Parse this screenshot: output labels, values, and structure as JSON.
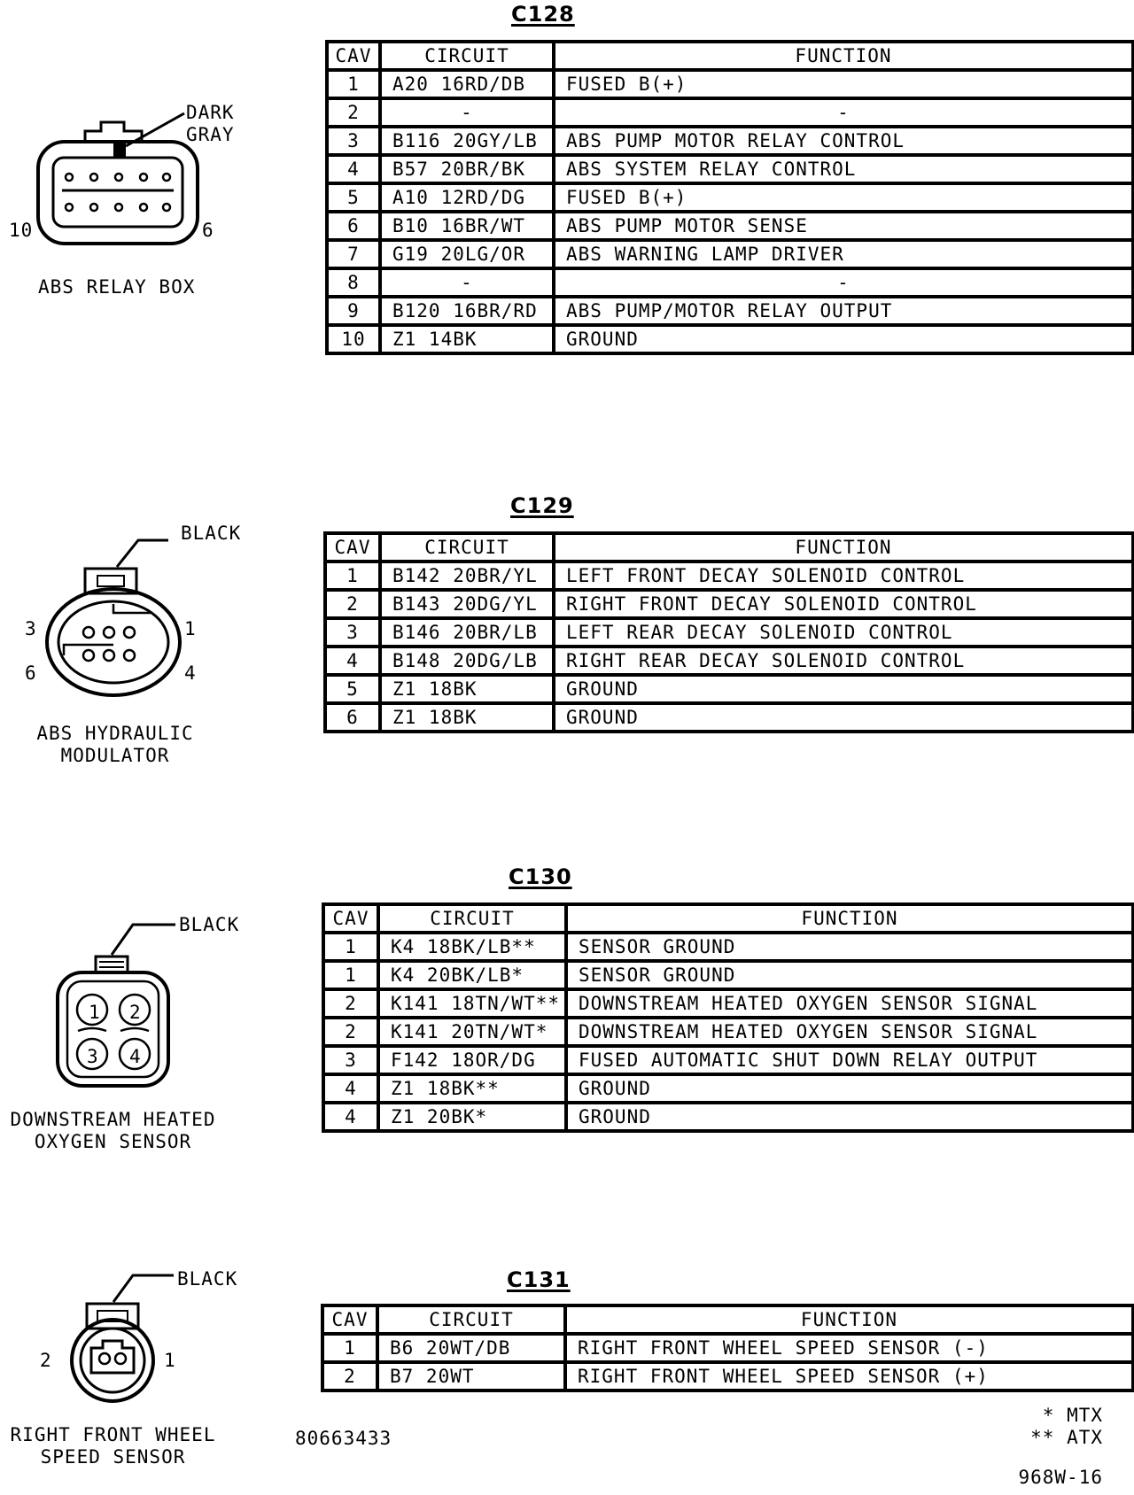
{
  "connectors": [
    {
      "id": "C128",
      "label": "ABS RELAY BOX",
      "color": "DARK GRAY",
      "pins": [
        "10",
        "6"
      ],
      "headers": [
        "CAV",
        "CIRCUIT",
        "FUNCTION"
      ],
      "rows": [
        [
          "1",
          "A20 16RD/DB",
          "FUSED B(+)"
        ],
        [
          "2",
          "-",
          "-"
        ],
        [
          "3",
          "B116 20GY/LB",
          "ABS PUMP MOTOR RELAY CONTROL"
        ],
        [
          "4",
          "B57 20BR/BK",
          "ABS SYSTEM RELAY CONTROL"
        ],
        [
          "5",
          "A10 12RD/DG",
          "FUSED B(+)"
        ],
        [
          "6",
          "B10 16BR/WT",
          "ABS PUMP MOTOR SENSE"
        ],
        [
          "7",
          "G19 20LG/OR",
          "ABS WARNING LAMP DRIVER"
        ],
        [
          "8",
          "-",
          "-"
        ],
        [
          "9",
          "B120 16BR/RD",
          "ABS PUMP/MOTOR RELAY OUTPUT"
        ],
        [
          "10",
          "Z1 14BK",
          "GROUND"
        ]
      ]
    },
    {
      "id": "C129",
      "label": "ABS HYDRAULIC MODULATOR",
      "color": "BLACK",
      "pins": [
        "3",
        "1",
        "6",
        "4"
      ],
      "headers": [
        "CAV",
        "CIRCUIT",
        "FUNCTION"
      ],
      "rows": [
        [
          "1",
          "B142 20BR/YL",
          "LEFT FRONT DECAY SOLENOID CONTROL"
        ],
        [
          "2",
          "B143 20DG/YL",
          "RIGHT FRONT DECAY SOLENOID CONTROL"
        ],
        [
          "3",
          "B146 20BR/LB",
          "LEFT REAR DECAY SOLENOID CONTROL"
        ],
        [
          "4",
          "B148 20DG/LB",
          "RIGHT REAR DECAY SOLENOID CONTROL"
        ],
        [
          "5",
          "Z1 18BK",
          "GROUND"
        ],
        [
          "6",
          "Z1 18BK",
          "GROUND"
        ]
      ]
    },
    {
      "id": "C130",
      "label": "DOWNSTREAM HEATED OXYGEN SENSOR",
      "color": "BLACK",
      "pins": [
        "1",
        "2",
        "3",
        "4"
      ],
      "headers": [
        "CAV",
        "CIRCUIT",
        "FUNCTION"
      ],
      "rows": [
        [
          "1",
          "K4 18BK/LB**",
          "SENSOR GROUND"
        ],
        [
          "1",
          "K4 20BK/LB*",
          "SENSOR GROUND"
        ],
        [
          "2",
          "K141 18TN/WT**",
          "DOWNSTREAM HEATED OXYGEN SENSOR SIGNAL"
        ],
        [
          "2",
          "K141 20TN/WT*",
          "DOWNSTREAM HEATED OXYGEN SENSOR SIGNAL"
        ],
        [
          "3",
          "F142 18OR/DG",
          "FUSED AUTOMATIC SHUT DOWN RELAY OUTPUT"
        ],
        [
          "4",
          "Z1 18BK**",
          "GROUND"
        ],
        [
          "4",
          "Z1 20BK*",
          "GROUND"
        ]
      ]
    },
    {
      "id": "C131",
      "label": "RIGHT FRONT WHEEL SPEED SENSOR",
      "color": "BLACK",
      "pins": [
        "2",
        "1"
      ],
      "headers": [
        "CAV",
        "CIRCUIT",
        "FUNCTION"
      ],
      "rows": [
        [
          "1",
          "B6 20WT/DB",
          "RIGHT FRONT WHEEL SPEED SENSOR (-)"
        ],
        [
          "2",
          "B7 20WT",
          "RIGHT FRONT WHEEL SPEED SENSOR (+)"
        ]
      ]
    }
  ],
  "labels": {
    "c128_color_line1": "DARK",
    "c128_color_line2": "GRAY",
    "c129_label_line1": "ABS HYDRAULIC",
    "c129_label_line2": "MODULATOR",
    "c130_label_line1": "DOWNSTREAM HEATED",
    "c130_label_line2": "OXYGEN SENSOR",
    "c131_label_line1": "RIGHT FRONT WHEEL",
    "c131_label_line2": "SPEED SENSOR"
  },
  "footer": {
    "part_number": "80663433",
    "legend_mtx": "* MTX",
    "legend_atx": "** ATX",
    "figure_code": "968W-16"
  }
}
